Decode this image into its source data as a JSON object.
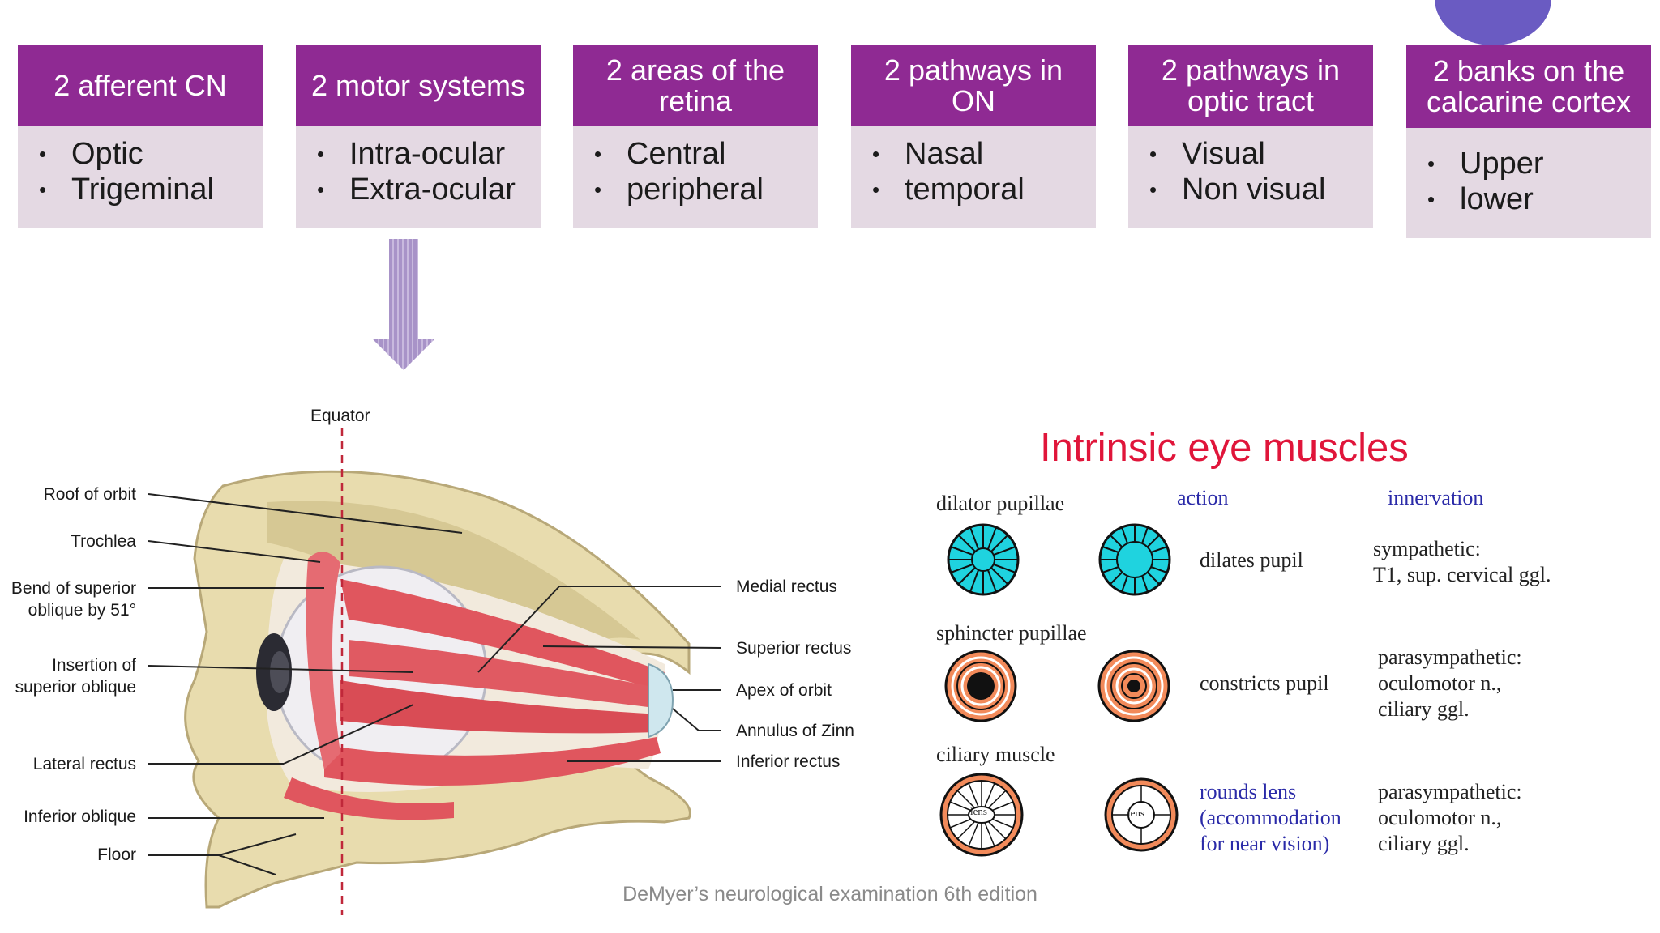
{
  "boxes": [
    {
      "title": "2 afferent CN",
      "items": [
        "Optic",
        "Trigeminal"
      ]
    },
    {
      "title": "2 motor systems",
      "items": [
        "Intra-ocular",
        "Extra-ocular"
      ]
    },
    {
      "title": "2 areas of the retina",
      "items": [
        "Central",
        "peripheral"
      ]
    },
    {
      "title": "2 pathways in ON",
      "items": [
        "Nasal",
        "temporal"
      ]
    },
    {
      "title": "2 pathways in optic tract",
      "items": [
        "Visual",
        "Non visual"
      ]
    },
    {
      "title": "2 banks on the calcarine cortex",
      "items": [
        "Upper",
        "lower"
      ]
    }
  ],
  "eye_figure": {
    "equator": "Equator",
    "left_labels": {
      "roof": "Roof of orbit",
      "trochlea": "Trochlea",
      "bend": "Bend of superior oblique by 51°",
      "insertion": "Insertion of superior oblique",
      "lateral": "Lateral rectus",
      "inf_oblique": "Inferior oblique",
      "floor": "Floor"
    },
    "right_labels": {
      "medial": "Medial rectus",
      "superior": "Superior rectus",
      "apex": "Apex of orbit",
      "annulus": "Annulus of Zinn",
      "inferior": "Inferior rectus"
    }
  },
  "intrinsic": {
    "title": "Intrinsic eye muscles",
    "col_action": "action",
    "col_innervation": "innervation",
    "rows": [
      {
        "muscle": "dilator pupillae",
        "action": "dilates pupil",
        "innervation": "sympathetic:\nT1, sup. cervical ggl."
      },
      {
        "muscle": "sphincter pupillae",
        "action": "constricts pupil",
        "innervation": "parasympathetic:\noculomotor n.,\nciliary ggl."
      },
      {
        "muscle": "ciliary muscle",
        "action": "rounds lens\n(accommodation\nfor near vision)",
        "innervation": "parasympathetic:\noculomotor n.,\nciliary ggl."
      }
    ],
    "lens_label": "lens"
  },
  "caption": "DeMyer’s neurological examination 6th edition",
  "colors": {
    "header": "#8f2a93",
    "body": "#e4d9e3",
    "title_red": "#e0153a",
    "cyan": "#1fd3df",
    "muscle": "#e0565e"
  }
}
